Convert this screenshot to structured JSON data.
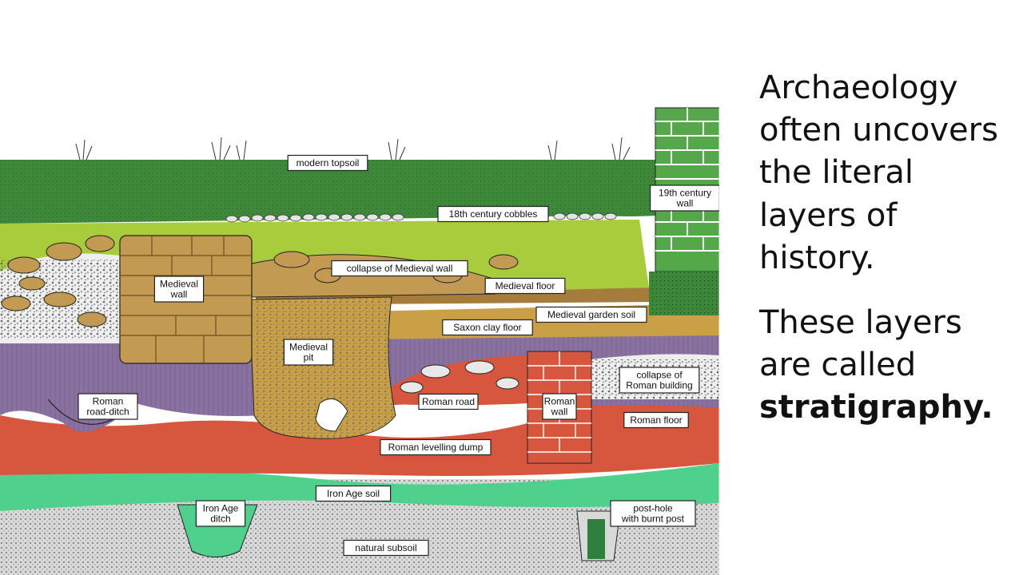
{
  "diagram": {
    "labels": [
      "modern topsoil",
      "18th century cobbles",
      "19th century\nwall",
      "collapse of Medieval wall",
      "Medieval floor",
      "Medieval\nwall",
      "Medieval garden soil",
      "Saxon clay floor",
      "Medieval\npit",
      "collapse of\nRoman building",
      "Roman road",
      "Roman\nwall",
      "Roman\nroad-ditch",
      "Roman floor",
      "Roman levelling dump",
      "Iron Age soil",
      "Iron Age\nditch",
      "post-hole\nwith burnt post",
      "natural subsoil"
    ]
  },
  "side": {
    "para1": "Archaeology often uncovers the literal layers of history.",
    "para2_prefix": "These layers are called ",
    "para2_bold": "stratigraphy."
  },
  "colors": {
    "topsoil": "#3e8a3a",
    "garden_soil_green": "#a9cc3c",
    "stone": "#c39a52",
    "medieval_soil": "#c9a046",
    "roman_purple": "#8a72a0",
    "roman_red": "#d7563e",
    "iron_age_green": "#4fd08c",
    "subsoil": "#d9d9d9",
    "brick_green": "#55a84a"
  }
}
